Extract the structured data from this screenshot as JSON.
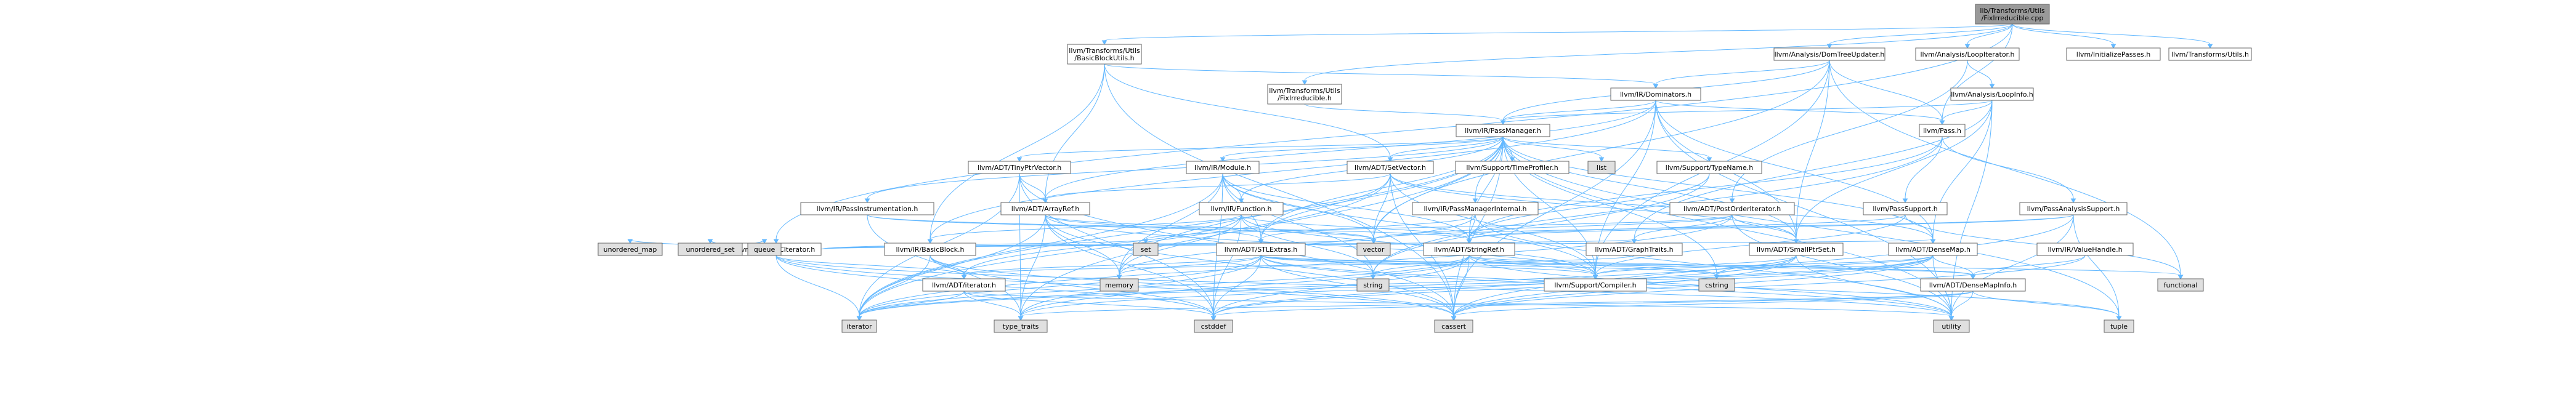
{
  "colors": {
    "root_fill": "#999999",
    "normal_fill": "#ffffff",
    "external_fill": "#e0e0e0",
    "red_text": "#ff0000",
    "edge": "#63b8ff",
    "border": "#666666"
  },
  "nodes": {
    "root": [
      "lib/Transforms/Utils",
      "/FixIrreducible.cpp"
    ],
    "bbutils": [
      "llvm/Transforms/Utils",
      "/BasicBlockUtils.h"
    ],
    "utils_fixirr": [
      "llvm/Transforms/Utils",
      "/FixIrreducible.h"
    ],
    "domtreeupd": [
      "llvm/Analysis/DomTreeUpdater.h"
    ],
    "loopiter": [
      "llvm/Analysis/LoopIterator.h"
    ],
    "initpasses": [
      "llvm/InitializePasses.h"
    ],
    "transutils": [
      "llvm/Transforms/Utils.h"
    ],
    "dominators": [
      "llvm/IR/Dominators.h"
    ],
    "loopinfo": [
      "llvm/Analysis/LoopInfo.h"
    ],
    "passmanager": [
      "llvm/IR/PassManager.h"
    ],
    "pass": [
      "llvm/Pass.h"
    ],
    "scciterator": [
      "llvm/ADT/SCCIterator.h"
    ],
    "tinyptr": [
      "llvm/ADT/TinyPtrVector.h"
    ],
    "irmodule": [
      "llvm/IR/Module.h"
    ],
    "setvector": [
      "llvm/ADT/SetVector.h"
    ],
    "timeprofiler": [
      "llvm/Support/TimeProfiler.h"
    ],
    "list": [
      "list"
    ],
    "typename": [
      "llvm/Support/TypeName.h"
    ],
    "passinstr": [
      "llvm/IR/PassInstrumentation.h"
    ],
    "arrayref": [
      "llvm/ADT/ArrayRef.h"
    ],
    "irfunction": [
      "llvm/IR/Function.h"
    ],
    "pmi": [
      "llvm/IR/PassManagerInternal.h"
    ],
    "postorder": [
      "llvm/ADT/PostOrderIterator.h"
    ],
    "passsupport": [
      "llvm/PassSupport.h"
    ],
    "passanalysis": [
      "llvm/PassAnalysisSupport.h"
    ],
    "unordered_map": [
      "unordered_map"
    ],
    "unordered_set": [
      "unordered_set"
    ],
    "queue": [
      "queue"
    ],
    "basicblock": [
      "llvm/IR/BasicBlock.h"
    ],
    "set": [
      "set"
    ],
    "vector": [
      "vector"
    ],
    "stlextras": [
      "llvm/ADT/STLExtras.h"
    ],
    "stringref": [
      "llvm/ADT/StringRef.h"
    ],
    "graphtraits": [
      "llvm/ADT/GraphTraits.h"
    ],
    "smallptrset": [
      "llvm/ADT/SmallPtrSet.h"
    ],
    "densemap": [
      "llvm/ADT/DenseMap.h"
    ],
    "valuehandle": [
      "llvm/IR/ValueHandle.h"
    ],
    "functional": [
      "functional"
    ],
    "adtiterator": [
      "llvm/ADT/iterator.h"
    ],
    "memory": [
      "memory"
    ],
    "string": [
      "string"
    ],
    "cstring": [
      "cstring"
    ],
    "compiler": [
      "llvm/Support/Compiler.h"
    ],
    "densemapinfo": [
      "llvm/ADT/DenseMapInfo.h"
    ],
    "iterator": [
      "iterator"
    ],
    "type_traits": [
      "type_traits"
    ],
    "cstddef": [
      "cstddef"
    ],
    "cassert": [
      "cassert"
    ],
    "utility": [
      "utility"
    ],
    "tuple": [
      "tuple"
    ]
  }
}
